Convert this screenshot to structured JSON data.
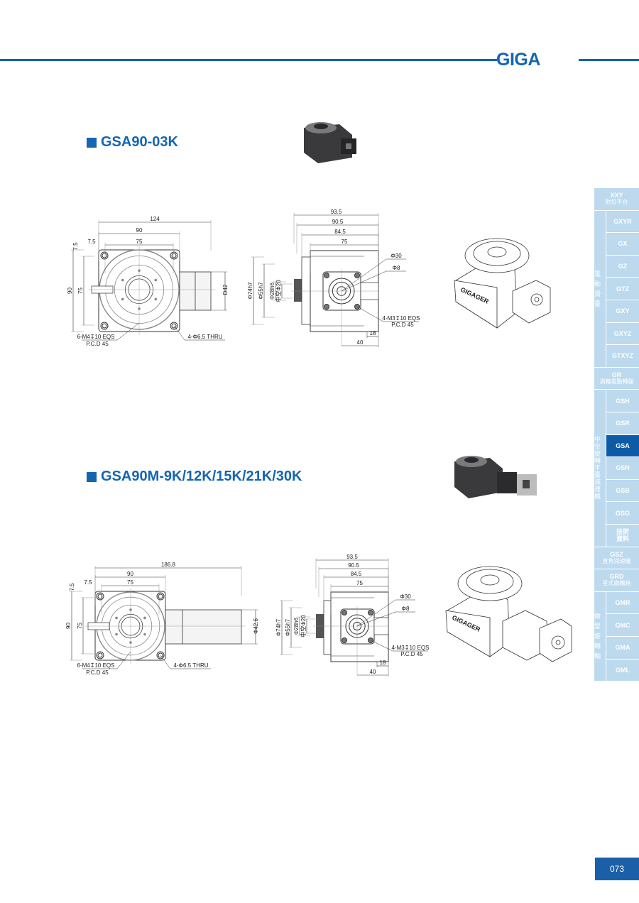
{
  "header": {
    "brand": "GIGA"
  },
  "sections": [
    {
      "title": "GSA90-03K",
      "front": {
        "overall": "124",
        "width": "90",
        "pcd_span": "75",
        "offset_h": "7.5",
        "offset_v": "7.5",
        "height": "90",
        "height_inner": "75",
        "motor": "D42",
        "tap_note": "6-M4↧10 EQS",
        "tap_pcd": "P.C.D 45",
        "hole_note": "4-Φ6.5 THRU"
      },
      "side": {
        "d1": "93.5",
        "d2": "90.5",
        "d3": "84.5",
        "d4": "75",
        "dia74": "Φ74h7",
        "dia55": "Φ55h7",
        "dia28": "Φ28h6",
        "dia20": "中空Φ20",
        "dia30": "Φ30",
        "dia8": "Φ8",
        "tap_note": "4-M3↧10 EQS",
        "tap_pcd": "P.C.D 45",
        "l18": "18",
        "l40": "40"
      },
      "iso_brand": "GIGAGER"
    },
    {
      "title": "GSA90M-9K/12K/15K/21K/30K",
      "front": {
        "overall": "186.8",
        "width": "90",
        "pcd_span": "75",
        "offset_h": "7.5",
        "offset_v": "7.5",
        "height": "90",
        "height_inner": "75",
        "motor": "Φ42.6",
        "tap_note": "6-M4↧10 EQS",
        "tap_pcd": "P.C.D 45",
        "hole_note": "4-Φ6.5 THRU"
      },
      "side": {
        "d1": "93.5",
        "d2": "90.5",
        "d3": "84.5",
        "d4": "75",
        "dia74": "Φ74h7",
        "dia55": "Φ55h7",
        "dia28": "Φ28h6",
        "dia20": "中空Φ20",
        "dia30": "Φ30",
        "dia8": "Φ8",
        "tap_note": "4-M3↧10 EQS",
        "tap_pcd": "P.C.D 45",
        "l18": "18",
        "l40": "40"
      },
      "iso_brand": "GIGAGER"
    }
  ],
  "sidebar": {
    "items": [
      {
        "code": "XXY",
        "cn": "對位平台"
      },
      {
        "code": "GXYR"
      },
      {
        "code": "GX"
      },
      {
        "code": "GZ"
      },
      {
        "code": "GTZ"
      },
      {
        "code": "GXY"
      },
      {
        "code": "GXYZ"
      },
      {
        "code": "GTXYZ"
      },
      {
        "code": "GR",
        "cn": "渦輪電動轉盤"
      },
      {
        "code": "GSH"
      },
      {
        "code": "GSR"
      },
      {
        "code": "GSA"
      },
      {
        "code": "GSN"
      },
      {
        "code": "GSB"
      },
      {
        "code": "GSG"
      },
      {
        "code": "技術",
        "cn": "資料"
      },
      {
        "code": "GSZ",
        "cn": "直角減速機"
      },
      {
        "code": "GRD",
        "cn": "星式齒輪箱"
      },
      {
        "code": "GMR"
      },
      {
        "code": "GMC"
      },
      {
        "code": "GMA"
      },
      {
        "code": "GML"
      }
    ],
    "groups": [
      "電動滑臺",
      "中空旋轉平臺減速機",
      "微型旋轉軸"
    ],
    "active": "GSA",
    "active_color": "#0d5aa7",
    "base_color": "#bcd9ee"
  },
  "page_number": "073"
}
